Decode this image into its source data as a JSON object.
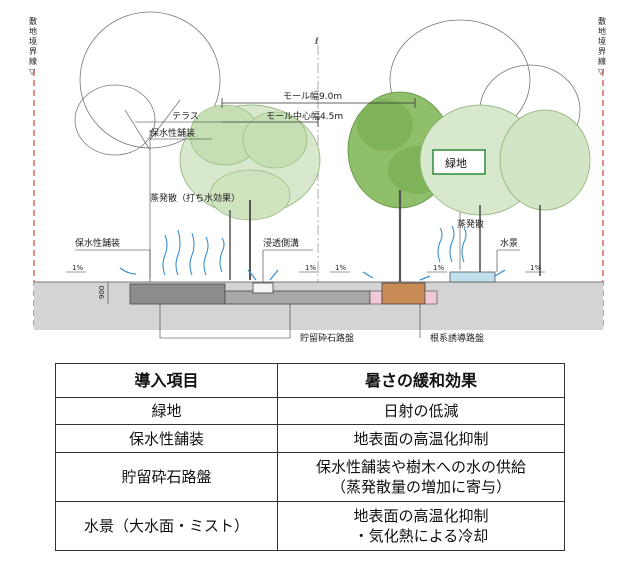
{
  "diagram": {
    "boundary_left": [
      "敷",
      "地",
      "境",
      "界",
      "線",
      "▽"
    ],
    "boundary_right": [
      "敷",
      "地",
      "境",
      "界",
      "線",
      "▽"
    ],
    "centerline_mark": "ℓ",
    "mall_width": "モール幅9.0m",
    "mall_center_width": "モール中心幅4.5m",
    "terrace": "テラス",
    "water_retentive_paving_top": "保水性舗装",
    "evaporation_sprinkle": "蒸発散（打ち水効果）",
    "water_retentive_paving": "保水性舗装",
    "infiltration_gutter": "浸透側溝",
    "greenery_box": "緑地",
    "evapotranspiration": "蒸発散",
    "water_feature": "水景",
    "slope": "1%",
    "depth": "900",
    "storage_gravel": "貯留砕石路盤",
    "root_guide": "根系誘導路盤"
  },
  "table": {
    "header": [
      "導入項目",
      "暑さの緩和効果"
    ],
    "rows": [
      {
        "item": "緑地",
        "effect": "日射の低減"
      },
      {
        "item": "保水性舗装",
        "effect": "地表面の高温化抑制"
      },
      {
        "item": "貯留砕石路盤",
        "effect": "保水性舗装や樹木への水の供給\n（蒸発散量の増加に寄与）"
      },
      {
        "item": "水景（大水面・ミスト）",
        "effect": "地表面の高温化抑制\n・気化熱による冷却"
      }
    ]
  },
  "colors": {
    "boundary_red": "#d0453a",
    "ground_gray": "#c8c8c8",
    "gravel_dark": "#8c8c8c",
    "tree_green": "#8fbf6a",
    "planting_box": "#c98b56",
    "water_blue": "#bfe0ec",
    "arrow_blue": "#3a8fd0",
    "label_box_green": "#2e8b3a"
  }
}
